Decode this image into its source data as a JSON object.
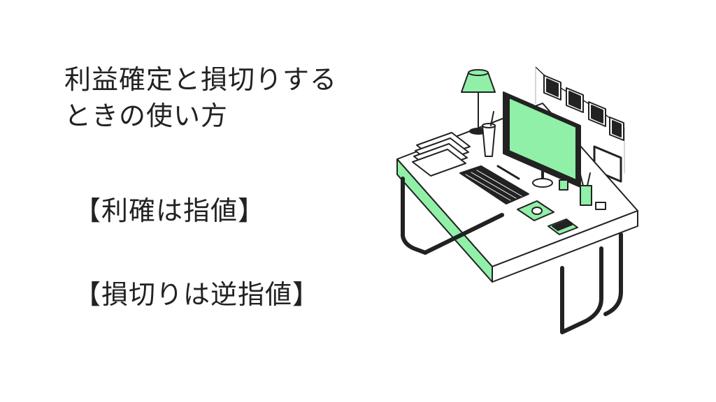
{
  "slide": {
    "title_line1": "利益確定と損切りする",
    "title_line2": "ときの使い方",
    "bullets": [
      "【利確は指値】",
      "【損切りは逆指値】"
    ]
  },
  "colors": {
    "accent": "#90f0a8",
    "ink": "#222222",
    "background": "#ffffff"
  },
  "icons": [
    "desk-illustration",
    "monitor-icon",
    "desk-lamp-icon",
    "keyboard-icon",
    "mouse-icon",
    "calculator-icon",
    "cup-icon",
    "pen-holder-icon",
    "photo-frame-icon",
    "document-stack-icon"
  ]
}
